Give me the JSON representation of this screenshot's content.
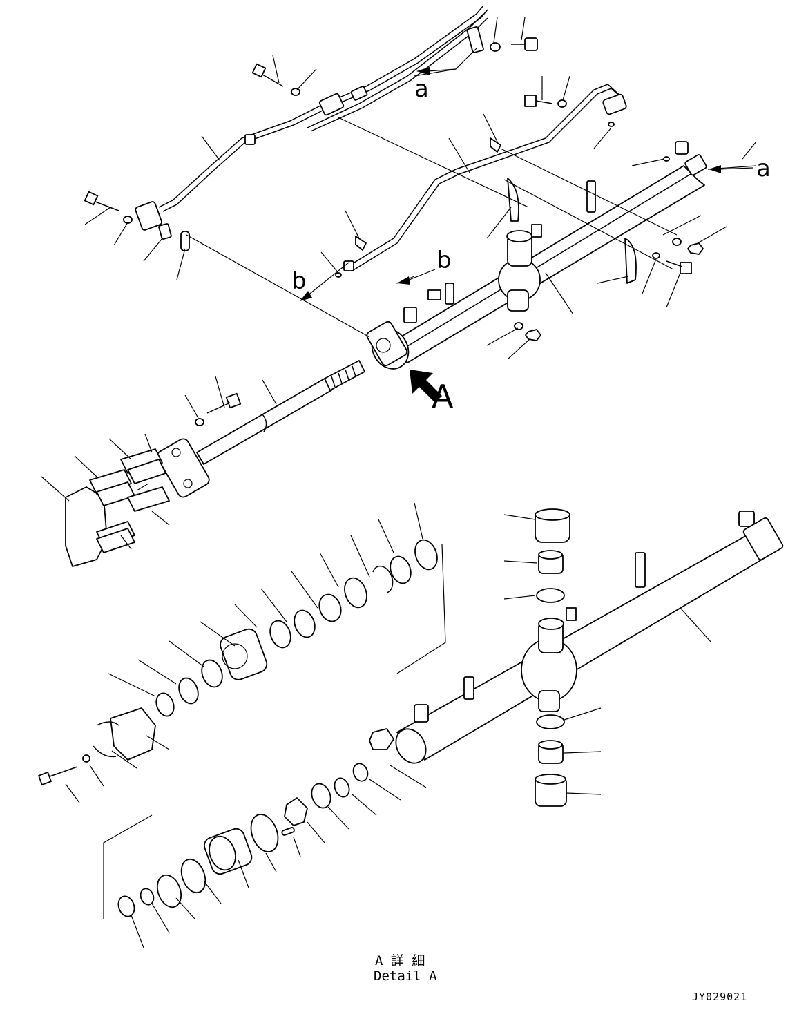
{
  "view_labels": {
    "a": "a",
    "b": "b",
    "detail": "A"
  },
  "caption": {
    "line1": "A 詳 細",
    "line2": "Detail A"
  },
  "drawing_code": "JY029021"
}
